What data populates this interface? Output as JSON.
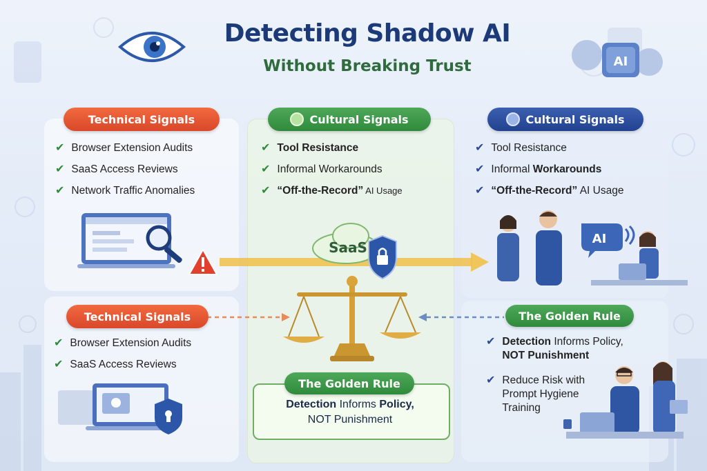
{
  "header": {
    "title": "Detecting Shadow AI",
    "subtitle": "Without Breaking Trust"
  },
  "top_left": {
    "label": "Technical Signals",
    "items": [
      "Browser Extension Audits",
      "SaaS Access Reviews",
      "Network Traffic Anomalies"
    ]
  },
  "top_mid": {
    "label": "Cultural Signals",
    "items": [
      {
        "strong": "Tool Resistance",
        "rest": ""
      },
      {
        "strong": "",
        "rest": "Informal Workarounds"
      },
      {
        "strong": "“Off-the-Record”",
        "rest": " AI Usage"
      }
    ]
  },
  "top_right": {
    "label": "Cultural Signals",
    "items": [
      {
        "strong": "",
        "rest": "Tool Resistance"
      },
      {
        "strong": "",
        "rest": "Informal ",
        "strong2": "Workarounds"
      },
      {
        "strong": "“Off-the-Record”",
        "rest": " AI Usage"
      }
    ]
  },
  "bottom_left": {
    "label": "Technical Signals",
    "items": [
      "Browser Extension Audits",
      "SaaS Access Reviews"
    ]
  },
  "bottom_mid": {
    "label": "The Golden Rule",
    "line1_a": "Detection",
    "line1_b": " Informs ",
    "line1_c": "Policy,",
    "line2": "NOT Punishment"
  },
  "bottom_right": {
    "label": "The Golden Rule",
    "item1_a": "Detection",
    "item1_b": " Informs Policy,",
    "item1_c": "NOT Punishment",
    "item2": [
      "Reduce Risk with",
      "Prompt Hygiene",
      "Training"
    ]
  },
  "icons": {
    "saas_label": "SaaS",
    "ai_label": "AI",
    "ai_bubble_label": "AI"
  },
  "colors": {
    "title": "#1c3a78",
    "subtitle": "#2f6b3d",
    "technical": "#e0502f",
    "cultural_green": "#2f8a3c",
    "cultural_blue": "#22428f",
    "arrow": "#f0c04a"
  }
}
